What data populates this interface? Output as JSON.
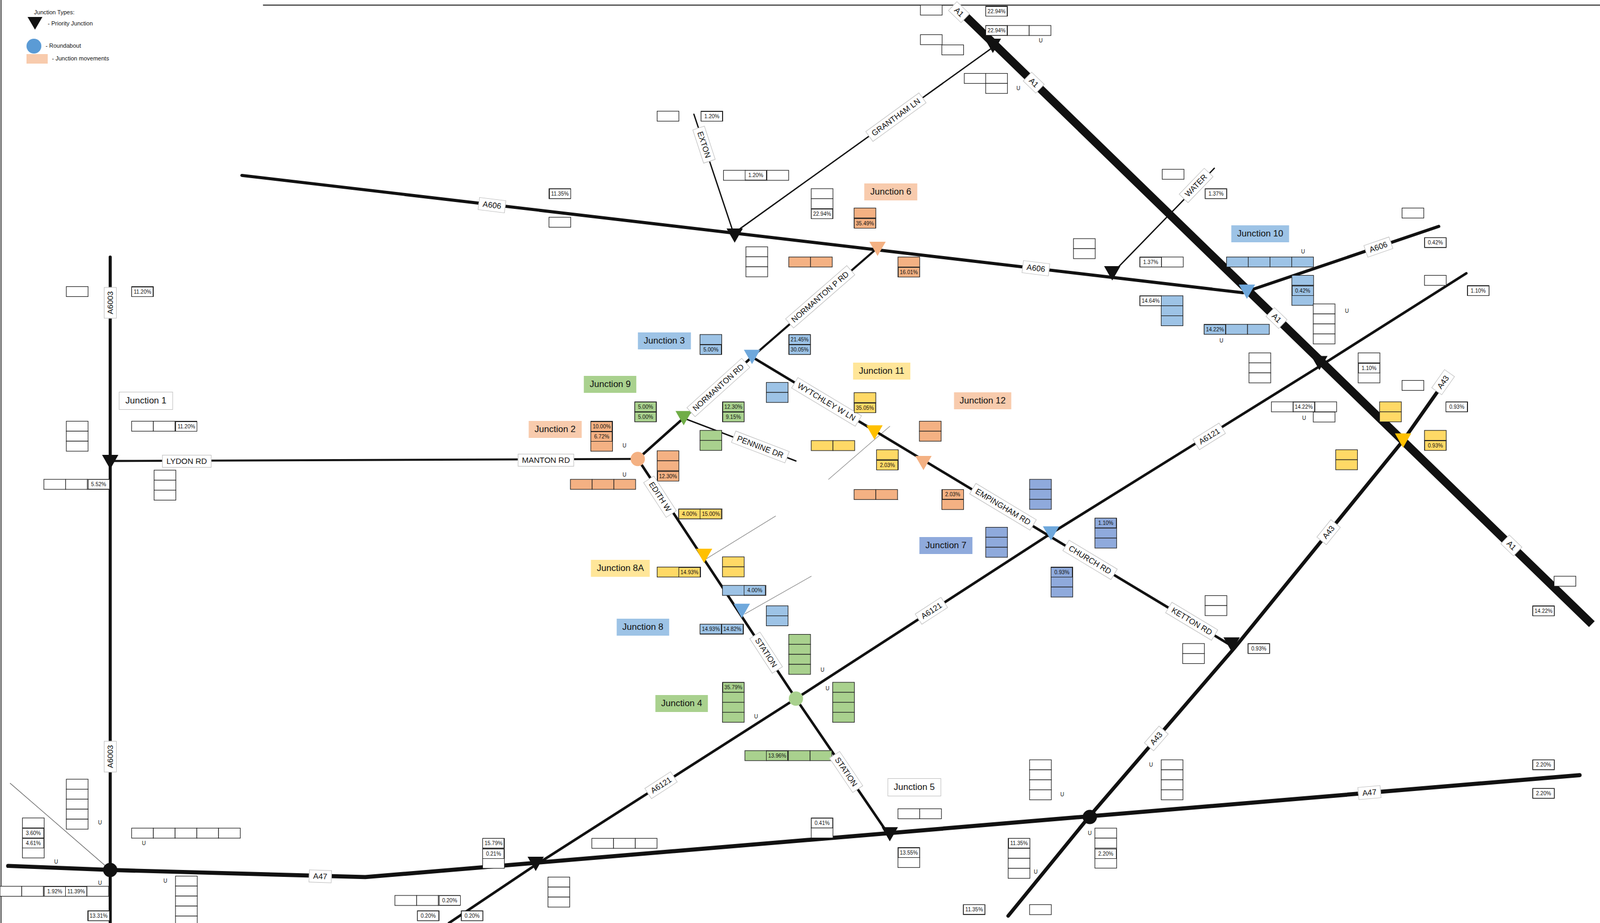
{
  "diagram": {
    "nodes": [
      {
        "text": [
          "Junction 6"
        ]
      },
      {
        "text": [
          "Junction 10"
        ]
      },
      {
        "text": [
          "Junction 3"
        ]
      },
      {
        "text": [
          "Junction 11"
        ]
      },
      {
        "text": [
          "Junction 9"
        ]
      },
      {
        "text": [
          "Junction 1"
        ]
      },
      {
        "text": [
          "Junction 12"
        ]
      },
      {
        "text": [
          "Junction 2"
        ]
      },
      {
        "text": [
          "Junction 7"
        ]
      },
      {
        "text": [
          "Junction 8A"
        ]
      },
      {
        "text": [
          "Junction 8"
        ]
      },
      {
        "text": [
          "Junction 4"
        ]
      },
      {
        "text": [
          "Junction 5"
        ]
      }
    ],
    "labels": [
      "Junction Types:",
      "A1",
      "22.94%",
      "22.94%",
      "U",
      "A1",
      "U",
      "1.20%",
      "GRANTHAM LN",
      "EXTON",
      "1.20%",
      "WATER",
      "1.37%",
      "11.35%",
      "A606",
      "22.94%",
      "35.49%",
      "0.42%",
      "A606",
      "U",
      "A606",
      "1.37%",
      "16.01%",
      "11.20%",
      "1.10%",
      "0.42%",
      "NORMANTON P RD",
      "14.64%",
      "A6003",
      "U",
      "A1",
      "14.22%",
      "U",
      "21.45%",
      "5.00%",
      "30.05%",
      "1.10%",
      "NORMANTON RD",
      "A43",
      "WYTCHLEY W LN",
      "35.05%",
      "5.00%",
      "12.30%",
      "14.22%",
      "0.93%",
      "5.00%",
      "9.15%",
      "U",
      "10.00%",
      "11.20%",
      "6.72%",
      "A6121",
      "0.93%",
      "PENNINE DR",
      "U",
      "LYDON RD",
      "MANTON RD",
      "2.03%",
      "12.30%",
      "U",
      "5.52%",
      "2.03%",
      "EDITH W",
      "EMPINGHAM RD",
      "4.00%",
      "15.00%",
      "1.10%",
      "A43",
      "CHURCH RD",
      "14.93%",
      "0.93%",
      "4.00%",
      "14.22%",
      "A6121",
      "KETTON RD",
      "14.93%",
      "14.82%",
      "0.93%",
      "STATION",
      "U",
      "U",
      "35.79%",
      "U",
      "A6003",
      "13.96%",
      "A43",
      "2.20%",
      "U",
      "STATION",
      "A6121",
      "A47",
      "2.20%",
      "U",
      "0.41%",
      "U",
      "3.60%",
      "U",
      "15.79%",
      "4.61%",
      "11.35%",
      "U",
      "13.55%",
      "0.21%",
      "2.20%",
      "U",
      "U",
      "A47",
      "U",
      "U",
      "1.92%",
      "11.39%",
      "0.20%",
      "11.35%",
      "0.20%",
      "0.20%",
      "13.31%",
      "A1"
    ],
    "legend": [
      {
        "text": "- Priority Junction"
      },
      {
        "text": "- Roundabout",
        "color": "#5b9bd5"
      },
      {
        "text": "- Junction movements",
        "color": "#f8cbad"
      }
    ]
  }
}
